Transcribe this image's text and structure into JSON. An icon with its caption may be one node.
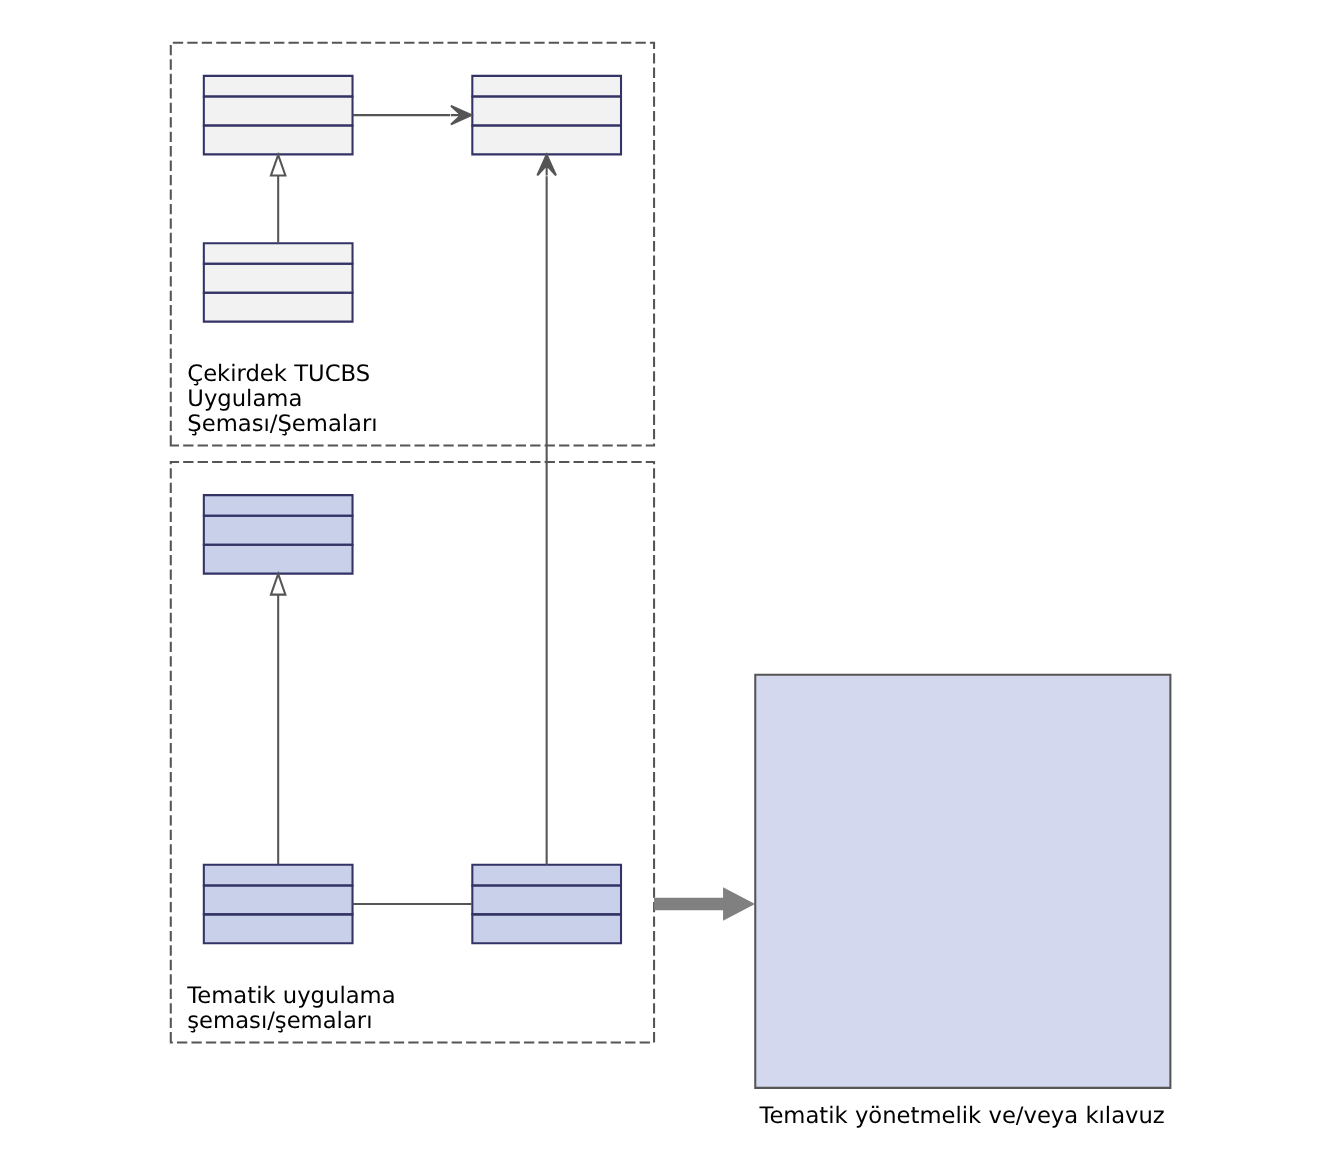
{
  "diagram": {
    "nodes": [
      {
        "text": [
          "Çekirdek TUCBS Uygulama Şeması/Şemaları"
        ]
      },
      {
        "text": [],
        "shape": "box",
        "in": 0
      },
      {
        "text": [],
        "shape": "box",
        "in": 0
      },
      {
        "text": [],
        "shape": "box",
        "in": 0
      },
      {
        "text": [
          "Tematik uygulama şeması/şemaları"
        ]
      },
      {
        "text": [],
        "shape": "box",
        "in": 4
      },
      {
        "text": [],
        "shape": "box",
        "in": 4
      },
      {
        "text": [],
        "shape": "box",
        "in": 4
      },
      {
        "text": [
          "Tematik yönetmelik ve/veya kılavuz"
        ]
      }
    ],
    "edges": [
      {
        "from": 1,
        "to": 2,
        "arrow": "to"
      },
      {
        "from": 3,
        "to": 1,
        "arrow": "to"
      },
      {
        "from": 6,
        "to": 5,
        "arrow": "to"
      },
      {
        "from": 6,
        "to": 7,
        "arrow": "none"
      },
      {
        "from": 7,
        "to": 2,
        "arrow": "to"
      },
      {
        "from": 4,
        "to": 8,
        "arrow": "to",
        "style": "thick",
        "color": "#808080"
      }
    ]
  }
}
